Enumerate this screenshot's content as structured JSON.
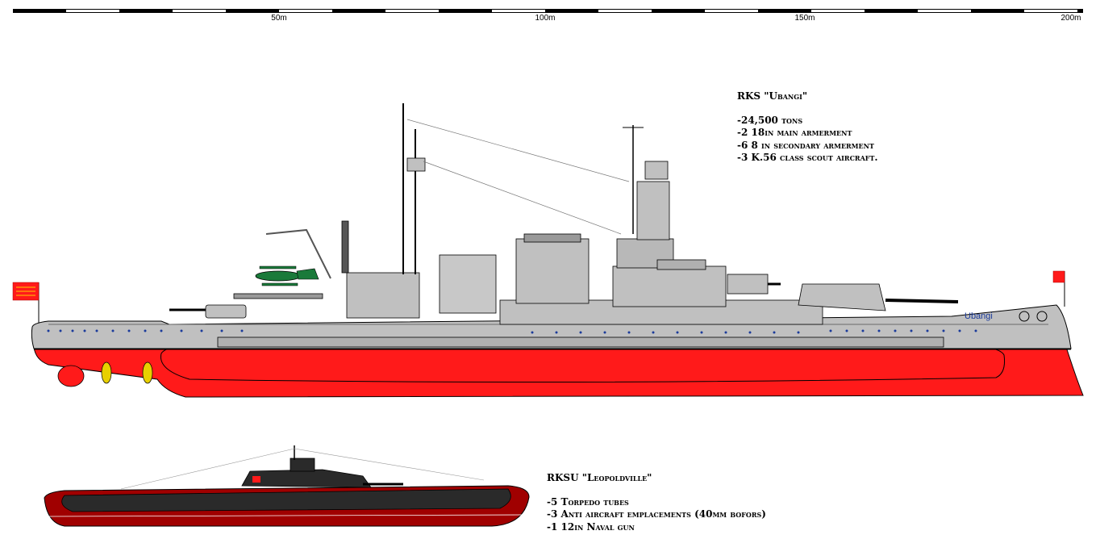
{
  "scale_bar": {
    "labels": [
      "50m",
      "100m",
      "150m",
      "200m"
    ]
  },
  "battleship": {
    "name": "RKS \"Ubangi\"",
    "hull_label": "Ubangi",
    "specs": [
      "-24,500 tons",
      "-2 18in main armerment",
      "-6 8 in secondary armerment",
      "-3 K.56 class scout aircraft."
    ]
  },
  "submarine": {
    "name": "RKSU \"Leopoldville\"",
    "specs": [
      "-5 Torpedo tubes",
      "-3 Anti aircraft emplacements (40mm bofors)",
      "-1 12in Naval gun"
    ]
  },
  "colors": {
    "hull_grey": "#c0c0c0",
    "dark_grey": "#8a8a8a",
    "below_waterline": "#ff1a1a",
    "sub_black": "#2a2a2a",
    "sub_red": "#a00000",
    "propeller": "#e8d000",
    "aircraft": "#1a7a3a",
    "flag": "#ff1a1a"
  }
}
